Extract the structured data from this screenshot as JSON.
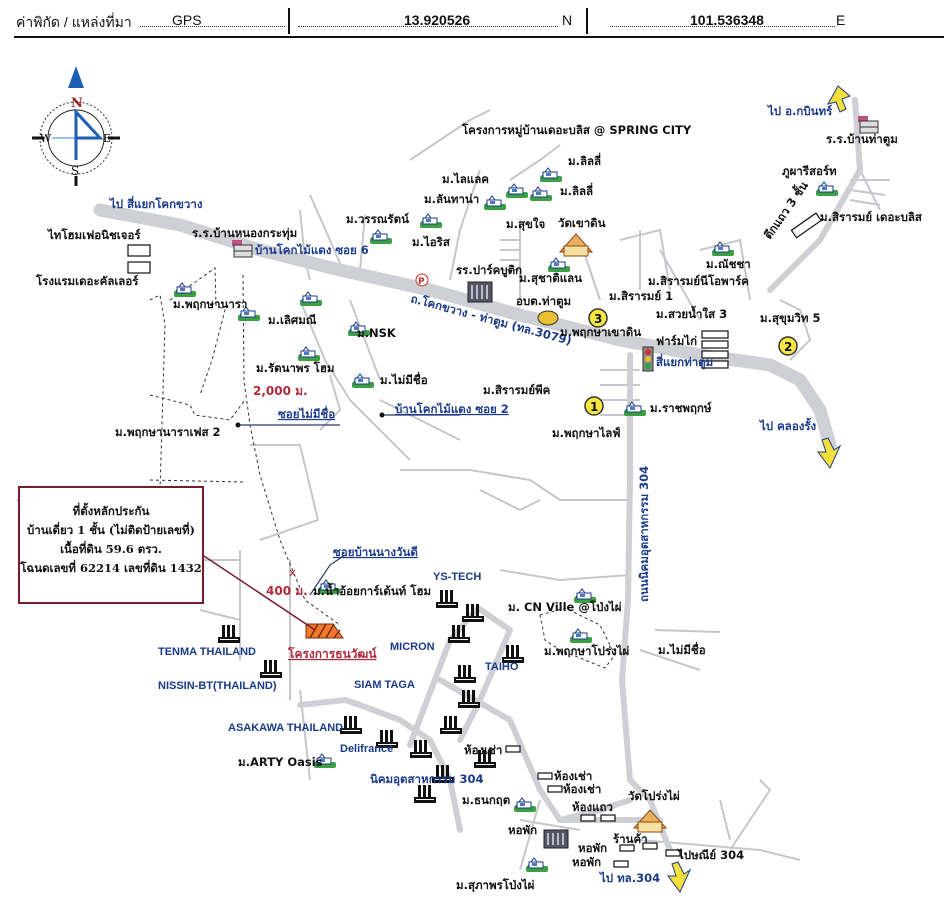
{
  "header": {
    "coord_label": "ค่าพิกัด / แหล่งที่มา",
    "source": "GPS",
    "latitude": "13.920526",
    "lat_suffix": "N",
    "longitude": "101.536348",
    "lon_suffix": "E"
  },
  "compass": {
    "north": "N",
    "south": "S",
    "east": "E",
    "west": "W"
  },
  "directions": {
    "to_kok_kwang": "ไป สี่แยกโคกขวาง",
    "to_kabinburi": "ไป อ.กบินทร์",
    "to_khlong_rang": "ไป คลองรั้ง",
    "to_hwy_304": "ไป ทล.304"
  },
  "roads": {
    "main_road": "ถ.โคกขวาง - ท่าตูม (ทล.3079)",
    "industrial_road": "ถนนนิคมอุตสาหกรรม 304",
    "soi_6": "บ้านโคกไม้แดง ซอย 6",
    "soi_2": "บ้านโคกไม้แดง ซอย 2",
    "soi_unnamed": "ซอยไม่มีชื่อ",
    "soi_nang_wan_di": "ซอยบ้านนางวันดี",
    "junction": "สี่แยกท่าตูม"
  },
  "distances": {
    "d2000": "2,000 ม.",
    "d400": "400 ม."
  },
  "project": "โครงการธนวัฒน์",
  "callout": {
    "line1": "ที่ตั้งหลักประกัน",
    "line2": "บ้านเดี่ยว 1 ชั้น (ไม่ติดป้ายเลขที่)",
    "line3": "เนื้อที่ดิน 59.6 ตรว.",
    "line4": "โฉนดเลขที่ 62214 เลขที่ดิน 1432"
  },
  "places": {
    "thai_home_furniture": "ไทโฮมเฟอนิชเจอร์",
    "hotel_collar": "โรงแรมเดอะคัลเลอร์",
    "school_nong_kra_thum": "ร.ร.บ้านหนองกระทุ่ม",
    "spring_city": "โครงการหมู่บ้านเดอะบลิส @ SPRING CITY",
    "lily_1": "ม.ลิลลี่",
    "lily_2": "ม.ลิลลี่",
    "lilac": "ม.ไลแลค",
    "lantana": "ม.ลันทาน่า",
    "wannarat": "ม.วรรณรัตน์",
    "iris": "ม.ไอริส",
    "suk_jai": "ม.สุขใจ",
    "wat_khao_din": "วัดเขาดิน",
    "school_park": "รร.ปาร์คบูติก",
    "suchat_land": "ม.สุชาติแลน",
    "obt_tha_tum": "อบต.ท่าตูม",
    "pruksa_nara": "ม.พฤกษานารา",
    "lert_manee": "ม.เลิศมณี",
    "nsk": "ม.NSK",
    "rattanaporn": "ม.รัตนาพร โฮม",
    "no_name_1": "ม.ไม่มีชื่อ",
    "pruksa_nara_2": "ม.พฤกษานาราเฟส 2",
    "siram_pik": "ม.สิรารมย์พีค",
    "pruksa_khao_din": "ม.พฤกษาเขาดิน",
    "siram_1": "ม.สิรารมย์ 1",
    "siram_neo": "ม.สิรารมย์นีโอพาร์ค",
    "natcha": "ม.ณัชชา",
    "suay_nam_sai": "ม.สวยน้ำใส 3",
    "chicken_farm": "ฟาร์มไก่",
    "sukhumvit_5": "ม.สุขุมวิท 5",
    "ratchapruek": "ม.ราชพฤกษ์",
    "pruksa_life": "ม.พฤกษาไลฟ์",
    "school_tha_tum": "ร.ร.บ้านท่าตูม",
    "phuphari": "ภูผารีสอร์ท",
    "shophouse": "ตึกแถว 3 ชั้น",
    "siram_bliss": "ม.สิรารมย์ เดอะบลิส",
    "nam_oi": "ม.น้ำอ้อยการ์เด้นท์ โฮม",
    "cn_ville": "ม. CN Ville @โป่งไผ่",
    "pruksa_pong_phai": "ม.พฤกษาโปร่งไผ่",
    "no_name_2": "ม.ไม่มีชื่อ",
    "arty_oasis": "ม.ARTY Oasis",
    "industrial_estate": "นิคมอุตสาหกรรม 304",
    "rental_1": "ห้องเช่า",
    "rental_2": "ห้องเช่า",
    "rental_3": "ห้องเช่า",
    "row_rooms": "ห้องแถว",
    "thanakrit": "ม.ธนกฤต",
    "dorm_1": "หอพัก",
    "dorm_2": "หอพัก",
    "dorm_3": "หอพัก",
    "shop": "ร้านค้า",
    "wat_prong_phai": "วัดโปร่งไผ่",
    "post_office": "ไปษณีย์ 304",
    "suphaporn": "ม.สุภาพรโป่งไผ่"
  },
  "factories": {
    "tenma": "TENMA THAILAND",
    "nissin": "NISSIN-BT(THAILAND)",
    "asakawa": "ASAKAWA  THAILAND",
    "delifrance": "Delifrance",
    "micron": "MICRON",
    "siam_taga": "SIAM TAGA",
    "ys_tech": "YS-TECH",
    "taiho": "TAIHO"
  },
  "markers": {
    "m1": "1",
    "m2": "2",
    "m3": "3"
  },
  "colors": {
    "road": "#cfd0d6",
    "label_blue": "#1a3a8a",
    "label_red": "#b02a3a",
    "callout_border": "#7a1a2a",
    "project_fill": "#f07a2a",
    "arrow_yellow": "#f4e03a",
    "compass_blue": "#1e5fb5",
    "marker_yellow": "#f5e642"
  }
}
